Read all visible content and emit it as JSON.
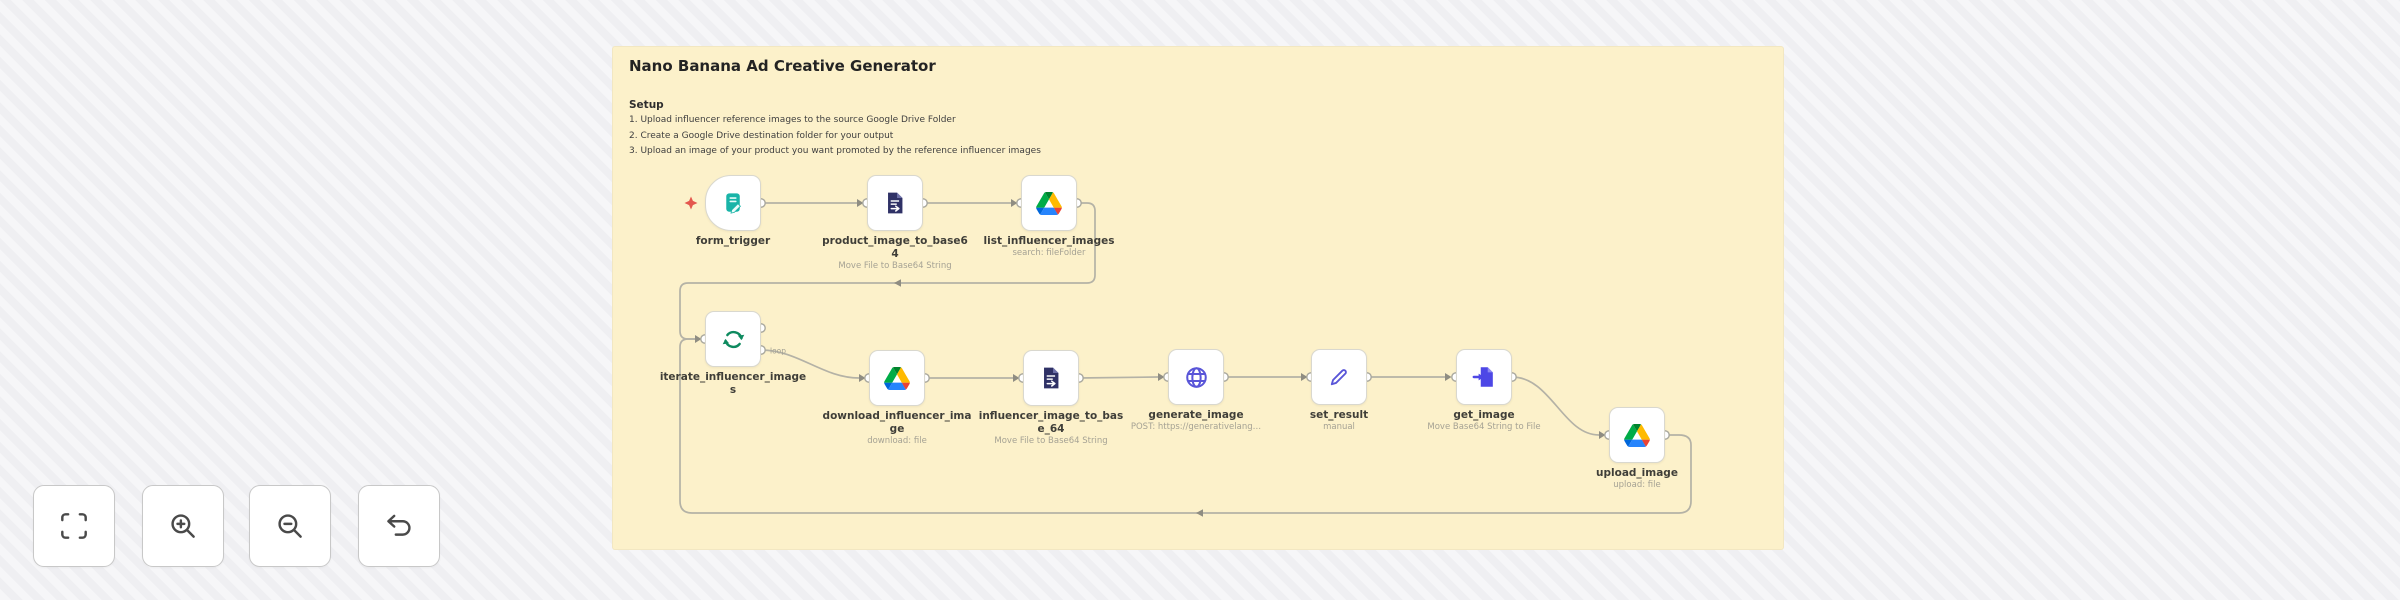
{
  "workflow_note": {
    "title": "Nano Banana Ad Creative Generator",
    "setup_heading": "Setup",
    "setup_steps": [
      "1. Upload influencer reference images to the source Google Drive Folder",
      "2. Create a Google Drive destination folder for your output",
      "3. Upload an image of your product you want promoted by the reference influencer images"
    ],
    "background_color": "#fcf1ca"
  },
  "nodes": [
    {
      "label": "form_trigger",
      "sublabel": "",
      "icon": "form-trigger-icon",
      "type": "trigger"
    },
    {
      "label": "product_image_to_base64",
      "sublabel": "Move File to Base64 String",
      "icon": "extract-from-file-icon"
    },
    {
      "label": "list_influencer_images",
      "sublabel": "search: fileFolder",
      "icon": "google-drive-icon"
    },
    {
      "label": "iterate_influencer_images",
      "sublabel": "",
      "icon": "loop-icon"
    },
    {
      "label": "download_influencer_image",
      "sublabel": "download: file",
      "icon": "google-drive-icon"
    },
    {
      "label": "influencer_image_to_base_64",
      "sublabel": "Move File to Base64 String",
      "icon": "extract-from-file-icon"
    },
    {
      "label": "generate_image",
      "sublabel": "POST: https://generativelang…",
      "icon": "globe-icon"
    },
    {
      "label": "set_result",
      "sublabel": "manual",
      "icon": "pencil-icon"
    },
    {
      "label": "get_image",
      "sublabel": "Move Base64 String to File",
      "icon": "convert-to-file-icon"
    },
    {
      "label": "upload_image",
      "sublabel": "upload: file",
      "icon": "google-drive-icon"
    }
  ],
  "connection_labels": {
    "loop_output": "loop"
  },
  "controls": [
    {
      "name": "fit-view"
    },
    {
      "name": "zoom-in"
    },
    {
      "name": "zoom-out"
    },
    {
      "name": "reset-zoom"
    }
  ],
  "colors": {
    "note_background": "#fcf1ca",
    "canvas_stripe_light": "#f6f6f8",
    "canvas_stripe_dark": "#efeff2",
    "wire": "#b4b2a6",
    "node_border": "#d9d8cf",
    "required_marker": "#e4574e",
    "form_trigger_teal": "#19b4a8",
    "extract_file_navy": "#2f3166",
    "loop_green": "#0e8a5f",
    "http_indigo": "#5955d8",
    "convert_file_indigo": "#4d47e6",
    "drive_blue": "#2684fc",
    "drive_green": "#00ac47",
    "drive_yellow": "#ffba00"
  }
}
